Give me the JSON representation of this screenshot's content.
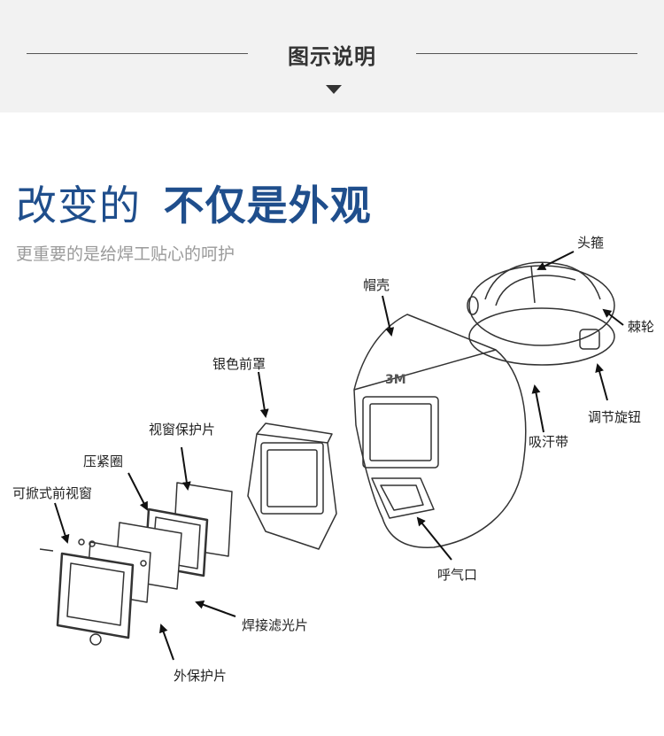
{
  "header": {
    "title": "图示说明"
  },
  "headline": {
    "part1": "改变的",
    "part2": "不仅是外观"
  },
  "subheadline": "更重要的是给焊工贴心的呵护",
  "logo_text": "3M",
  "labels": {
    "head_harness": "头箍",
    "ratchet": "棘轮",
    "shell": "帽壳",
    "adjust_knob": "调节旋钮",
    "silver_front_cover": "银色前罩",
    "sweatband": "吸汗带",
    "window_protector": "视窗保护片",
    "pressure_ring": "压紧圈",
    "flip_front_window": "可掀式前视窗",
    "exhalation_port": "呼气口",
    "welding_filter": "焊接滤光片",
    "outer_protector": "外保护片"
  }
}
